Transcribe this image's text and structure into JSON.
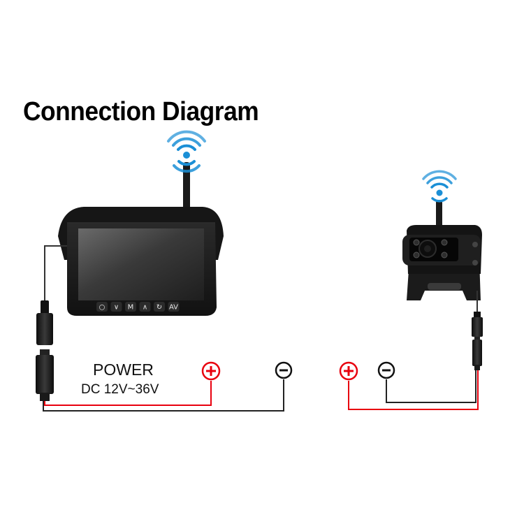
{
  "title": "Connection Diagram",
  "power": {
    "label": "POWER",
    "spec": "DC  12V~36V"
  },
  "monitor": {
    "buttons": [
      {
        "glyph": "○",
        "icon": "power-icon"
      },
      {
        "glyph": "∨",
        "icon": "chevron-down-icon"
      },
      {
        "glyph": "M",
        "icon": "menu-icon"
      },
      {
        "glyph": "∧",
        "icon": "chevron-up-icon"
      },
      {
        "glyph": "↻",
        "icon": "refresh-icon"
      },
      {
        "glyph": "AV",
        "icon": "av-icon"
      }
    ]
  },
  "terminals": {
    "positive_color": "#e8000e",
    "negative_color": "#111111"
  },
  "colors": {
    "wifi": "#1b8fd6",
    "positive_wire": "#e8000e",
    "negative_wire": "#222222",
    "device_body": "#1a1a1a"
  }
}
